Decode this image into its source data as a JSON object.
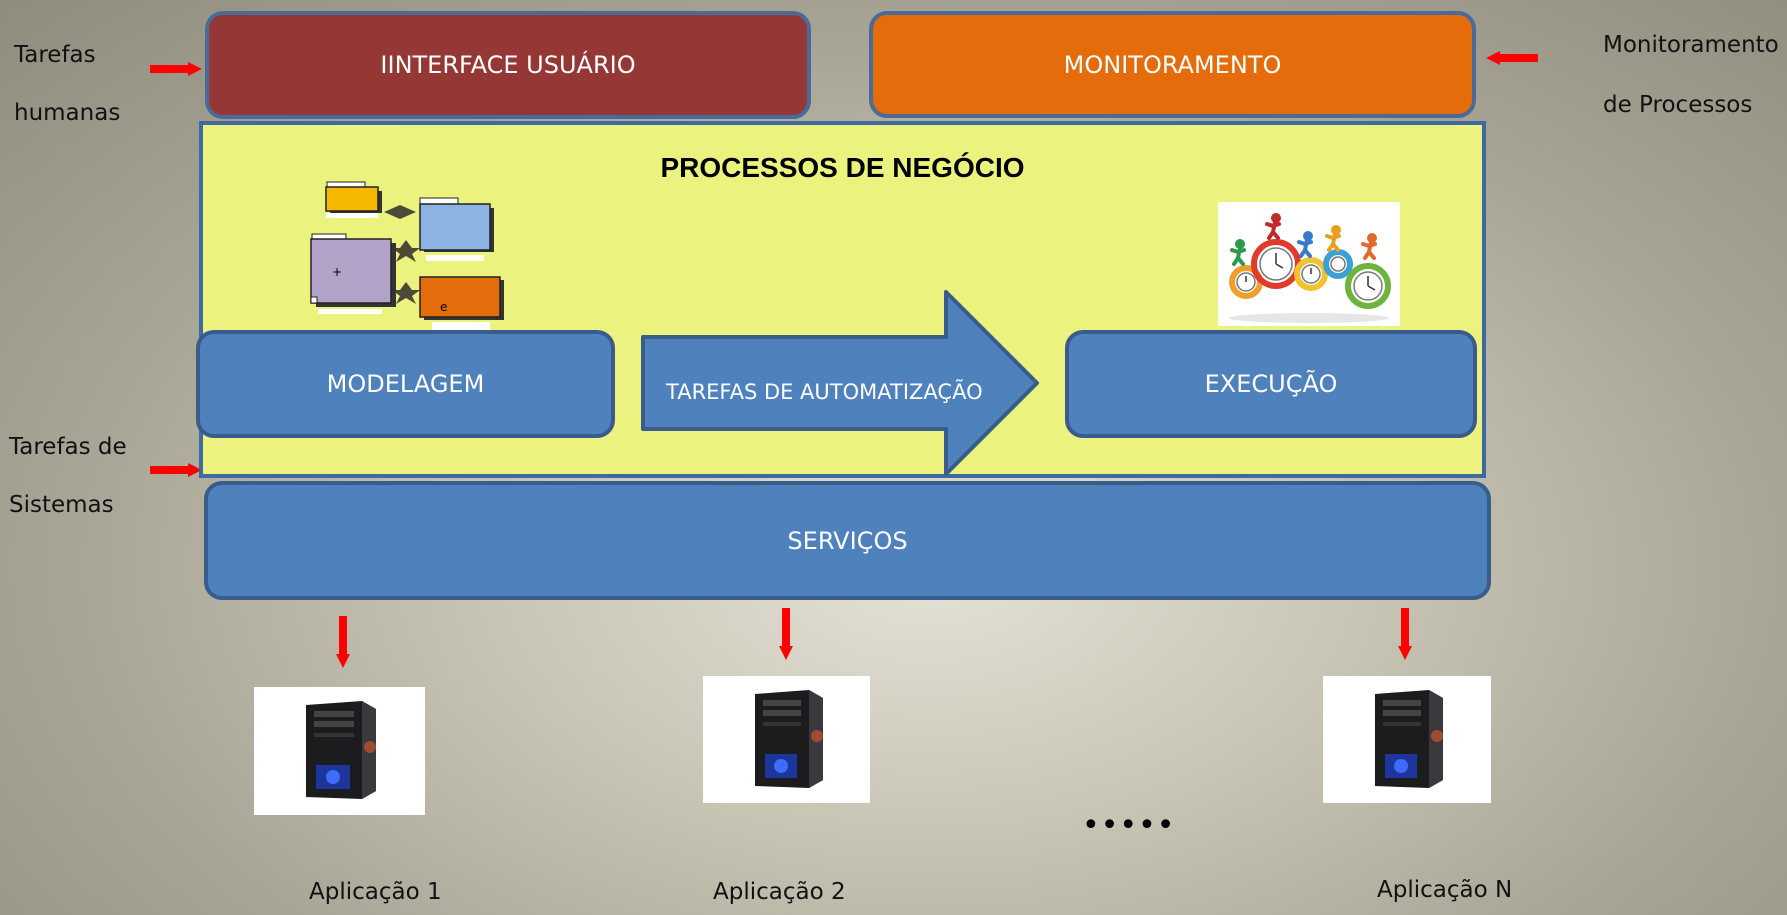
{
  "left_labels": {
    "human_tasks_line1": "Tarefas",
    "human_tasks_line2": "humanas",
    "system_tasks_line1": "Tarefas de",
    "system_tasks_line2": "Sistemas"
  },
  "right_labels": {
    "monitoring_line1": "Monitoramento",
    "monitoring_line2": "de Processos"
  },
  "top_boxes": {
    "user_interface": "IINTERFACE USUÁRIO",
    "monitoring": "MONITORAMENTO"
  },
  "business_process": {
    "title": "PROCESSOS DE NEGÓCIO",
    "modeling": "MODELAGEM",
    "automation": "TAREFAS DE AUTOMATIZAÇÃO",
    "execution": "EXECUÇÃO"
  },
  "services": "SERVIÇOS",
  "applications": [
    "Aplicação 1",
    "Aplicação 2",
    "Aplicação N"
  ],
  "ellipsis": "•••••",
  "model_icon_marks": [
    "+",
    "e"
  ],
  "colors": {
    "user_interface": "#953735",
    "monitoring": "#e46c0a",
    "process_bg": "#ebf27e",
    "blue": "#4f81bd",
    "arrow": "#ff0000"
  }
}
